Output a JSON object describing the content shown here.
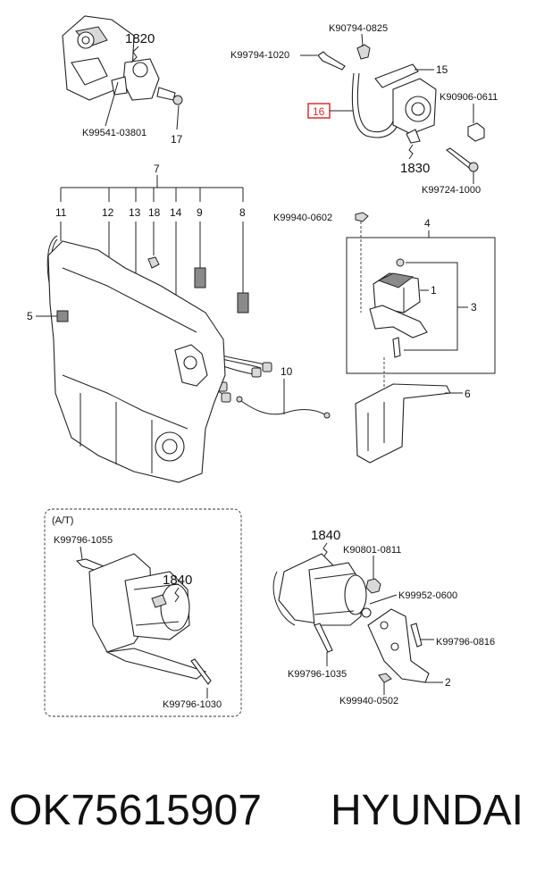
{
  "diagram": {
    "callouts": {
      "c1820": "1820",
      "c1830": "1830",
      "c1840a": "1840",
      "c1840b": "1840",
      "c16": "16",
      "c15": "15",
      "c17": "17",
      "c7": "7",
      "c11": "11",
      "c12": "12",
      "c13": "13",
      "c18": "18",
      "c14": "14",
      "c9": "9",
      "c8": "8",
      "c5": "5",
      "c10": "10",
      "c4": "4",
      "c1": "1",
      "c3": "3",
      "c6": "6",
      "c2": "2",
      "at": "(A/T)"
    },
    "codes": {
      "k90794_0825": "K90794-0825",
      "k99794_1020": "K99794-1020",
      "k90906_0611": "K90906-0611",
      "k99724_1000": "K99724-1000",
      "k99541_03801": "K99541-03801",
      "k99940_0602": "K99940-0602",
      "k99796_1055": "K99796-1055",
      "k99796_1030": "K99796-1030",
      "k90801_0811": "K90801-0811",
      "k99952_0600": "K99952-0600",
      "k99796_0816": "K99796-0816",
      "k99796_1035": "K99796-1035",
      "k99940_0502": "K99940-0502"
    },
    "highlight_color": "#d93030"
  },
  "footer": {
    "part_number": "OK75615907",
    "brand": "HYUNDAI"
  }
}
